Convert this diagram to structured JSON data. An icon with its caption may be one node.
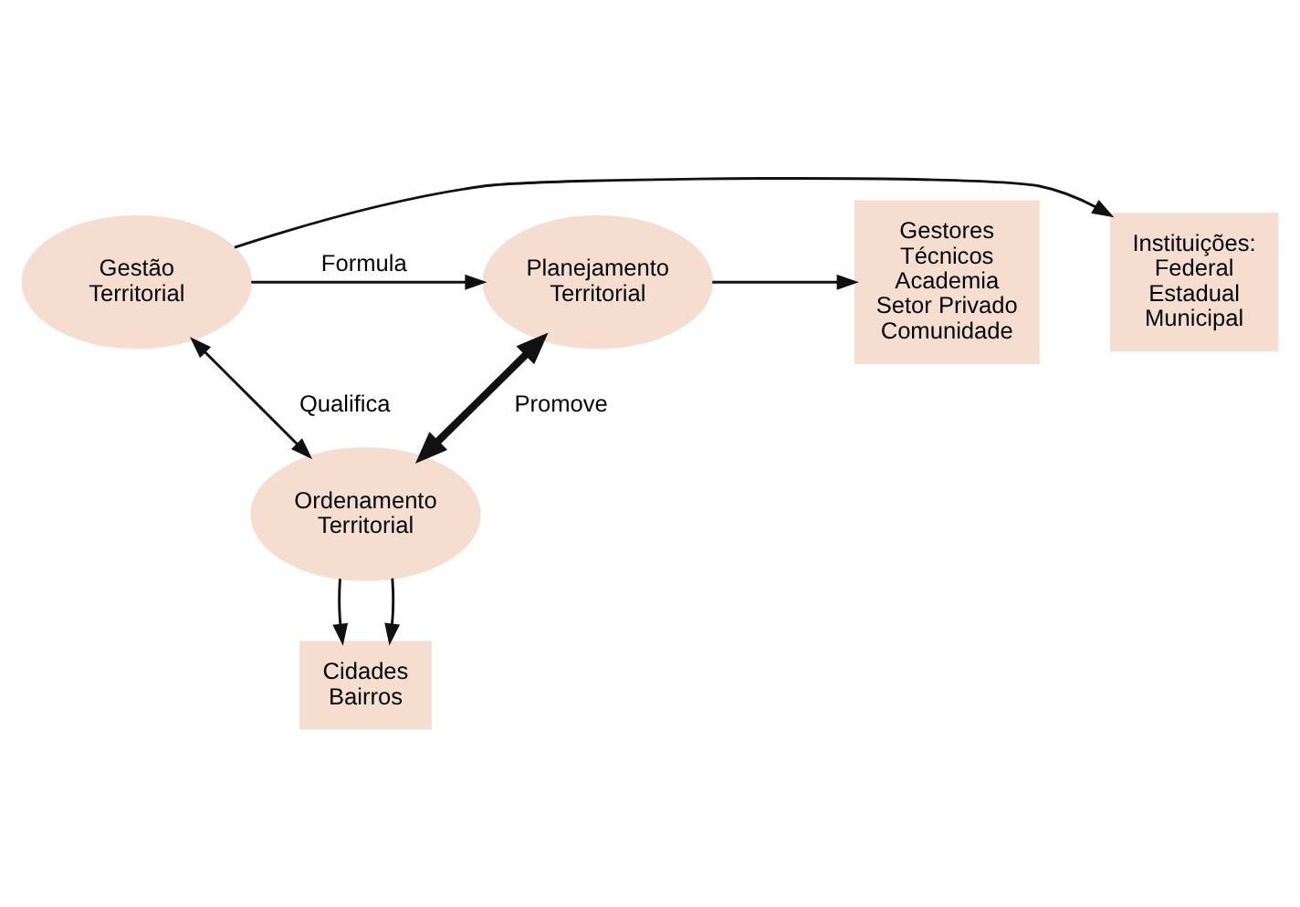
{
  "diagram": {
    "nodes": [
      {
        "text": [
          "Instituições:",
          "Federal",
          "Estadual",
          "Municipal"
        ]
      },
      {
        "text": [
          "Gestores",
          "Técnicos",
          "Academia",
          "Setor Privado",
          "Comunidade"
        ]
      },
      {
        "text": [
          "Gestão Territorial"
        ]
      },
      {
        "text": [
          "Planejamento Territorial"
        ]
      },
      {
        "text": [
          "Ordenamento Territorial"
        ]
      },
      {
        "text": [
          "Cidades",
          "Bairros"
        ]
      }
    ],
    "edges": [
      {
        "from": 2,
        "to": 0,
        "arrow": "to"
      },
      {
        "from": 2,
        "to": 3,
        "arrow": "to",
        "label": "Formula"
      },
      {
        "from": 3,
        "to": 1,
        "arrow": "to"
      },
      {
        "from": 2,
        "to": 4,
        "arrow": "both",
        "label": "Qualifica"
      },
      {
        "from": 3,
        "to": 4,
        "arrow": "both",
        "label": "Promove",
        "style": "thick"
      },
      {
        "from": 4,
        "to": 5,
        "arrow": "to"
      },
      {
        "from": 4,
        "to": 5,
        "arrow": "to"
      }
    ]
  }
}
